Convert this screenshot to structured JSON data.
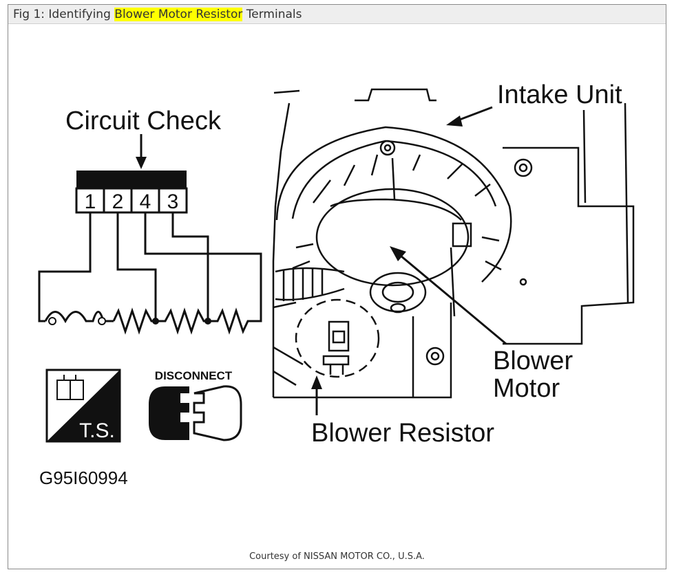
{
  "caption": {
    "prefix": "Fig 1: Identifying ",
    "highlight": "Blower Motor Resistor",
    "suffix": " Terminals"
  },
  "labels": {
    "circuit_check": "Circuit Check",
    "pins": [
      "1",
      "2",
      "4",
      "3"
    ],
    "disconnect": "DISCONNECT",
    "ts": "T.S.",
    "figure_code": "G95I60994",
    "intake_unit": "Intake Unit",
    "blower_motor_line1": "Blower",
    "blower_motor_line2": "Motor",
    "blower_resistor": "Blower Resistor"
  },
  "credit": "Courtesy of NISSAN MOTOR CO., U.S.A.",
  "colors": {
    "highlight": "#ffff00",
    "ink": "#111111",
    "caption_bar": "#eeeeee"
  }
}
